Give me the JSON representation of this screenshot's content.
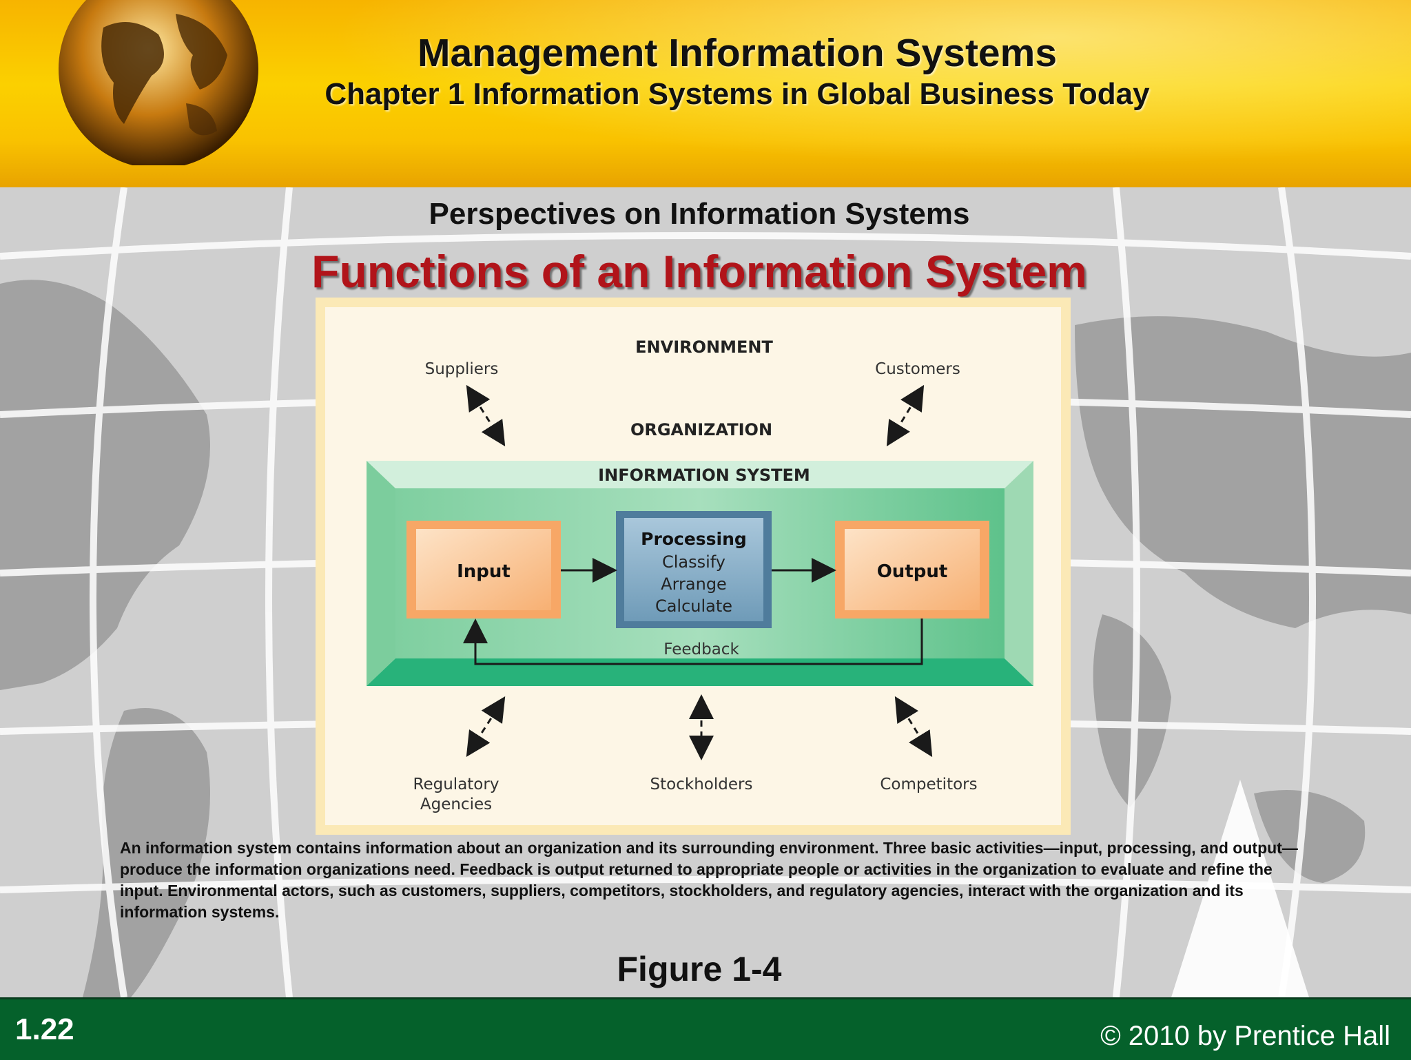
{
  "header": {
    "title": "Management Information Systems",
    "subtitle": "Chapter 1 Information Systems in Global Business Today"
  },
  "slide": {
    "section": "Perspectives on Information Systems",
    "heading": "Functions of an Information System",
    "caption": "An information system contains information about an organization and its surrounding environment. Three basic activities—input, processing, and output—produce the information organizations need. Feedback is output returned to appropriate people or activities in the organization to evaluate and refine the input. Environmental actors, such as customers, suppliers, competitors, stockholders, and regulatory agencies, interact with the organization and its information systems.",
    "figure_label": "Figure 1-4"
  },
  "diagram": {
    "environment": "ENVIRONMENT",
    "organization": "ORGANIZATION",
    "information_system": "INFORMATION SYSTEM",
    "input": "Input",
    "processing": "Processing",
    "processing_steps": [
      "Classify",
      "Arrange",
      "Calculate"
    ],
    "output": "Output",
    "feedback": "Feedback",
    "actors": {
      "suppliers": "Suppliers",
      "customers": "Customers",
      "regulatory_line1": "Regulatory",
      "regulatory_line2": "Agencies",
      "stockholders": "Stockholders",
      "competitors": "Competitors"
    }
  },
  "footer": {
    "slide_number": "1.22",
    "copyright": "© 2010 by Prentice Hall"
  },
  "colors": {
    "header_yellow": "#fbd000",
    "heading_red": "#b1141a",
    "footer_green": "#05612b",
    "system_green": "#3fb67e",
    "io_orange": "#f9b77a",
    "processing_blue": "#7fa8c4"
  }
}
